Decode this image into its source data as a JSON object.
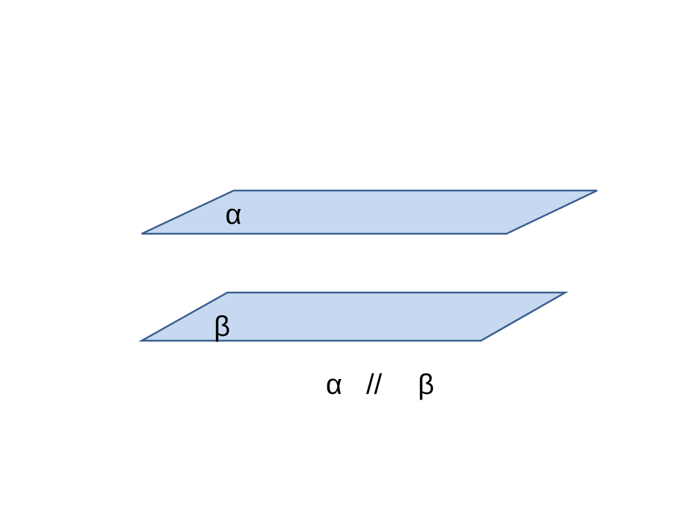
{
  "colors": {
    "plane_fill": "#c6d9f1",
    "plane_stroke": "#3a5f8f",
    "text": "#000000",
    "background": "#ffffff"
  },
  "planes": [
    {
      "label": "α"
    },
    {
      "label": "β"
    }
  ],
  "relation": {
    "left": "α",
    "operator": "//",
    "right": "β"
  }
}
